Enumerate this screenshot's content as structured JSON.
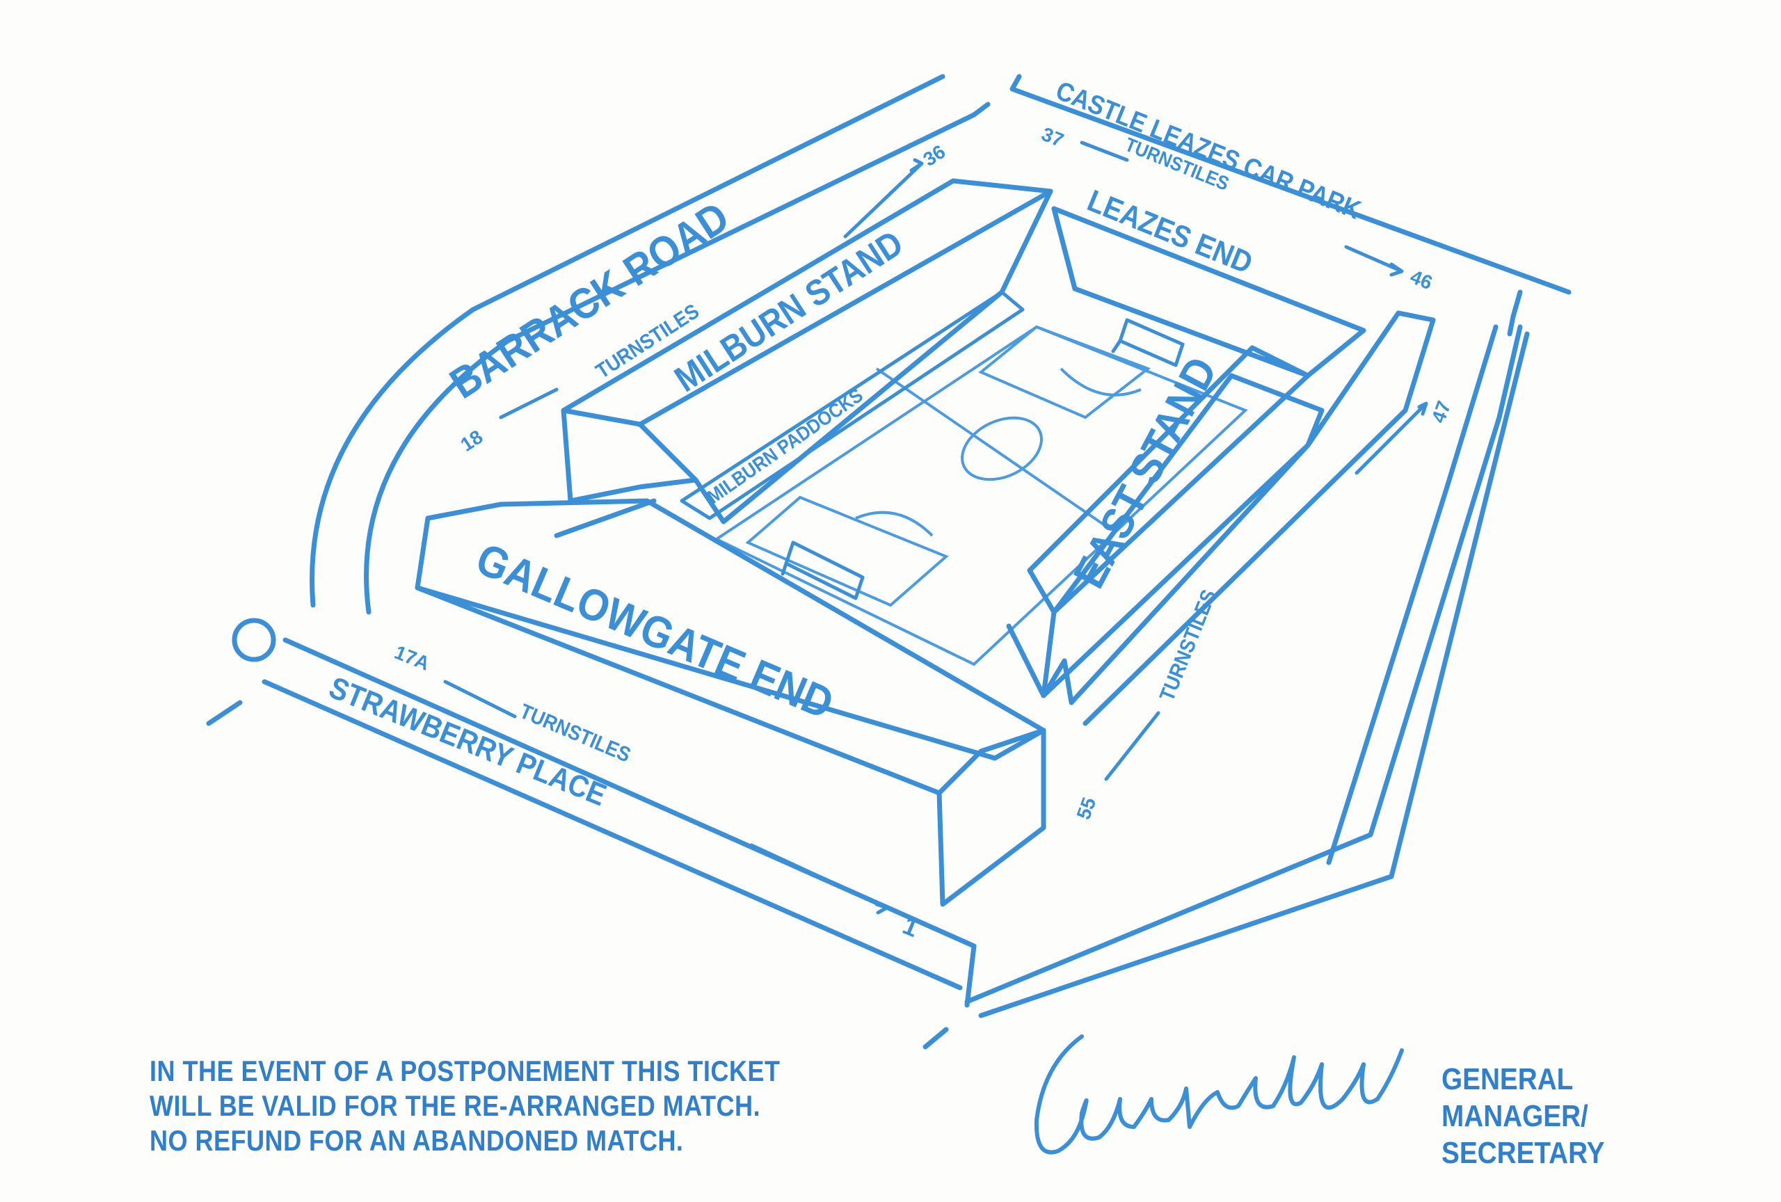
{
  "streets": {
    "barrack_road": "BARRACK ROAD",
    "castle_leazes": "CASTLE LEAZES CAR PARK",
    "strawberry_place": "STRAWBERRY PLACE"
  },
  "stands": {
    "milburn": "MILBURN STAND",
    "milburn_paddocks": "MILBURN PADDOCKS",
    "leazes": "LEAZES END",
    "east": "EAST STAND",
    "gallowgate": "GALLOWGATE END"
  },
  "turnstiles": {
    "label": "TURNSTILES",
    "north_from": "18",
    "north_to": "36",
    "leazes_from": "37",
    "leazes_to": "46",
    "east_top": "47",
    "east_bottom": "55",
    "south_from": "17A",
    "south_to": "1"
  },
  "notice": {
    "line1": "IN THE EVENT OF A POSTPONEMENT THIS TICKET",
    "line2": "WILL BE VALID FOR THE RE-ARRANGED MATCH.",
    "line3": "NO REFUND FOR AN ABANDONED MATCH."
  },
  "signatory": {
    "line1": "GENERAL",
    "line2": "MANAGER/",
    "line3": "SECRETARY"
  },
  "colors": {
    "ink": "#3a8fd6",
    "paper": "#fdfdfb"
  }
}
